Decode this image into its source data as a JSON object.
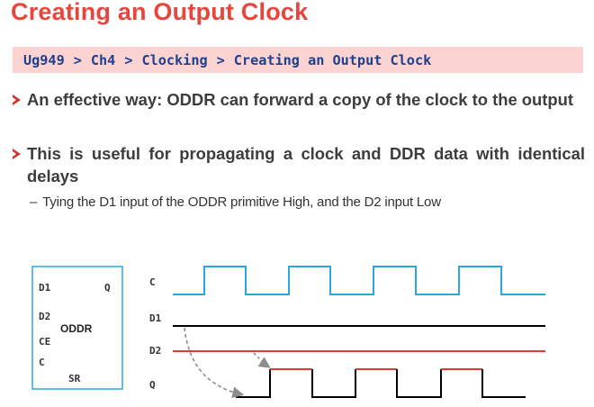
{
  "title": "Creating an Output Clock",
  "breadcrumb": [
    "Ug949",
    "Ch4",
    "Clocking",
    "Creating an Output Clock"
  ],
  "breadcrumb_separator": ">",
  "bullets": [
    "An effective way: ODDR can forward a copy of the clock to the output",
    "This is useful for propagating a clock and DDR data with identical delays"
  ],
  "sub_bullet": {
    "dash": "–",
    "text": "Tying the D1 input of the ODDR primitive High, and the D2 input Low"
  },
  "oddr_block": {
    "name": "ODDR",
    "pins": {
      "d1": "D1",
      "d2": "D2",
      "ce": "CE",
      "c": "C",
      "q": "Q",
      "sr": "SR"
    }
  },
  "waveform": {
    "signals": {
      "c": "C",
      "d1": "D1",
      "d2": "D2",
      "q": "Q"
    },
    "colors": {
      "clock": "#29a8e0",
      "d1": "#000000",
      "d2": "#e53935",
      "q_high": "#e53935",
      "q_low": "#000000",
      "arrow": "#8c8c8c",
      "block_border": "#29a8e0"
    }
  }
}
